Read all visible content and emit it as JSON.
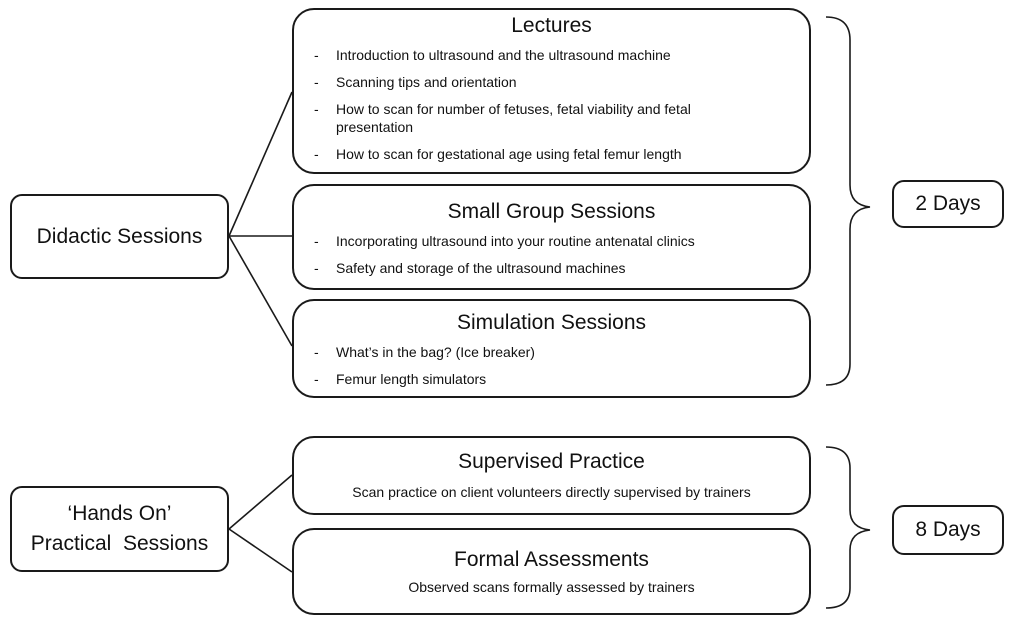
{
  "didactic": {
    "label": "Didactic Sessions",
    "days": "2 Days",
    "lectures": {
      "title": "Lectures",
      "items": [
        "Introduction to ultrasound and the ultrasound machine",
        "Scanning tips and orientation",
        "How to scan for number of fetuses, fetal viability and fetal presentation",
        "How to scan for gestational age using fetal femur length"
      ]
    },
    "small_group": {
      "title": "Small Group Sessions",
      "items": [
        "Incorporating ultrasound into your routine antenatal clinics",
        "Safety and storage of the ultrasound machines"
      ]
    },
    "simulation": {
      "title": "Simulation Sessions",
      "items": [
        "What’s in the bag? (Ice breaker)",
        "Femur length simulators"
      ]
    }
  },
  "practical": {
    "label_line1": "‘Hands On’",
    "label_line2": "Practical  Sessions",
    "days": "8 Days",
    "supervised": {
      "title": "Supervised Practice",
      "description": "Scan practice on client volunteers directly supervised by trainers"
    },
    "assessments": {
      "title": "Formal Assessments",
      "description": "Observed scans formally assessed by trainers"
    }
  },
  "bullet_symbol": "-"
}
